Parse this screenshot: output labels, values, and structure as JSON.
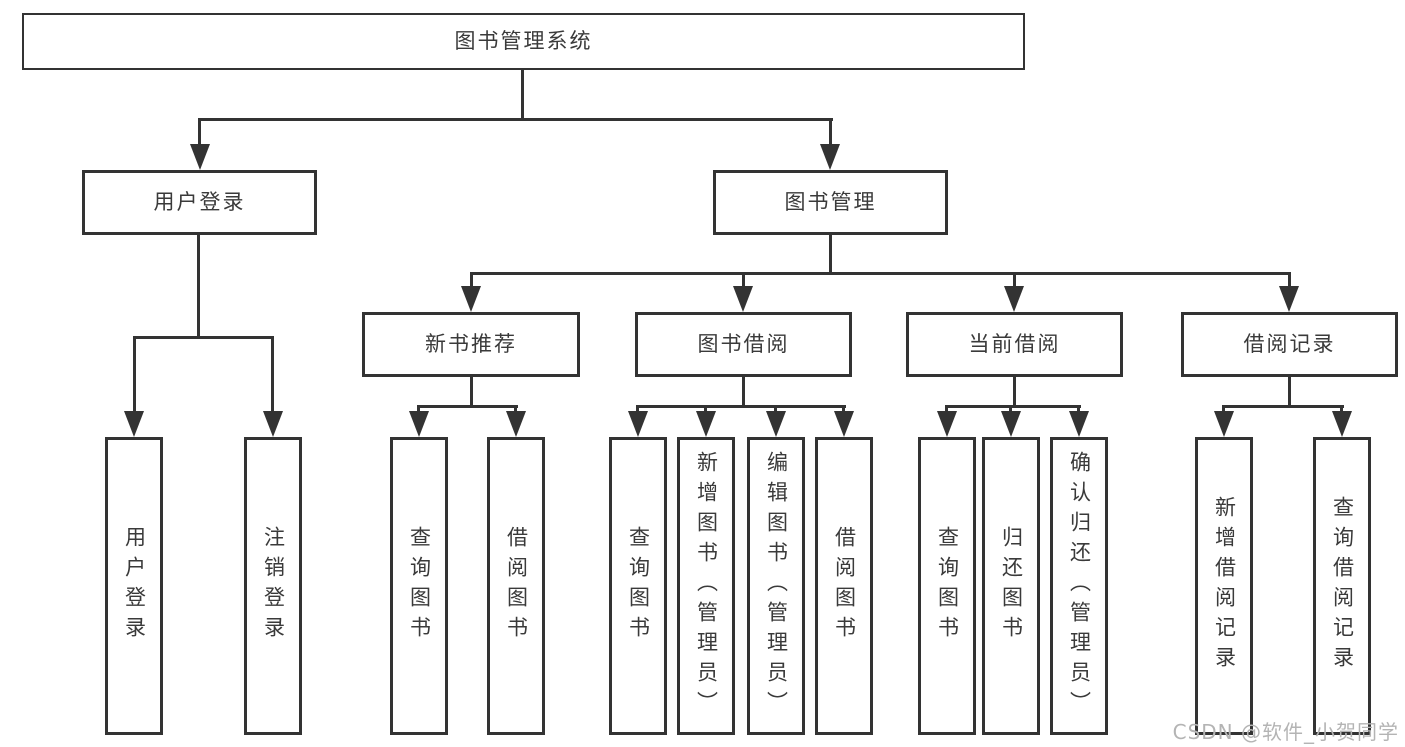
{
  "diagram_title": "图书管理系统",
  "watermark": "CSDN @软件_小贺同学",
  "nodes": {
    "root": "图书管理系统",
    "userLogin": "用户登录",
    "bookManagement": "图书管理",
    "newBookRecommend": "新书推荐",
    "bookBorrow": "图书借阅",
    "currentBorrow": "当前借阅",
    "borrowRecords": "借阅记录",
    "leafUserLogin": "用户登录",
    "leafLogoutLogin": "注销登录",
    "leafNewbookQuery": "查询图书",
    "leafNewbookBorrow": "借阅图书",
    "leafBorrowQuery": "查询图书",
    "leafBorrowAdd": "新增图书（管理员）",
    "leafBorrowEdit": "编辑图书（管理员）",
    "leafBorrowBorrow": "借阅图书",
    "leafCurrentQuery": "查询图书",
    "leafCurrentReturn": "归还图书",
    "leafCurrentConfirm": "确认归还（管理员）",
    "leafRecordsAdd": "新增借阅记录",
    "leafRecordsQuery": "查询借阅记录"
  }
}
